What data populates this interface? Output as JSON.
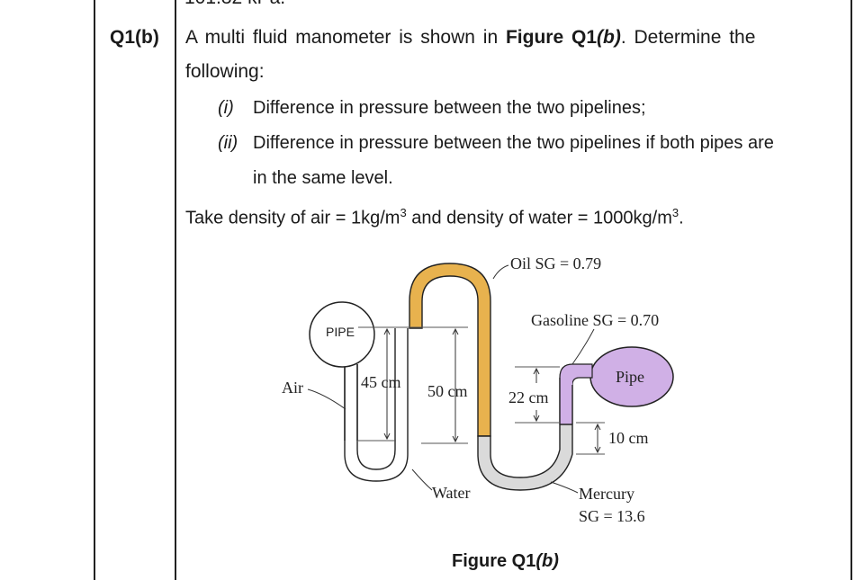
{
  "prev_line_fragment": "101.32 kPa.",
  "question": {
    "number": "Q1(b)",
    "intro_pre": "A multi fluid manometer is shown in ",
    "intro_ref": "Figure Q1",
    "intro_ref_b": "(b)",
    "intro_post": ". Determine the",
    "intro_line2": "following:",
    "items": [
      {
        "marker": "(i)",
        "text": "Difference in pressure between the two pipelines;"
      },
      {
        "marker": "(ii)",
        "text": "Difference in pressure between the two pipelines if both pipes are",
        "text_line2": "in the same level."
      }
    ],
    "given_pre": "Take density of air = 1kg/m",
    "given_mid": " and density of water = 1000kg/m",
    "given_end": ".",
    "sup": "3"
  },
  "figure": {
    "labels": {
      "oil": "Oil SG = 0.79",
      "gasoline": "Gasoline SG = 0.70",
      "pipe_left": "PIPE",
      "pipe_right": "Pipe",
      "air": "Air",
      "h45": "45 cm",
      "h50": "50 cm",
      "h22": "22 cm",
      "h10": "10 cm",
      "water": "Water",
      "mercury": "Mercury",
      "mercury_sg": "SG = 13.6"
    },
    "caption_main": "Figure Q1",
    "caption_b": "(b)"
  },
  "colors": {
    "oil": "#e8b24e",
    "gasoline": "#d0b0e6",
    "mercury": "#dadada",
    "border": "#222222"
  }
}
